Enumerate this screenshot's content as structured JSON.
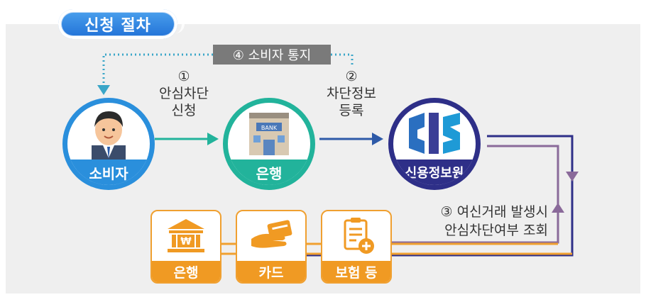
{
  "title": "신청 절차",
  "nodes": {
    "consumer": "소비자",
    "bank": "은행",
    "cis": "신용정보원"
  },
  "steps": {
    "step1_num": "①",
    "step1_line1": "안심차단",
    "step1_line2": "신청",
    "step2_num": "②",
    "step2_line1": "차단정보",
    "step2_line2": "등록",
    "step3_line1": "③ 여신거래 발생시",
    "step3_line2": "안심차단여부 조회",
    "step4": "④ 소비자 통지"
  },
  "institutions": [
    {
      "label": "은행",
      "icon": "bank-building-icon"
    },
    {
      "label": "카드",
      "icon": "card-hand-icon"
    },
    {
      "label": "보험 등",
      "icon": "insurance-document-icon"
    }
  ],
  "colors": {
    "consumer": "#2a8fdc",
    "bank": "#22b39b",
    "cis": "#2e2f88",
    "institutions": "#f09a23",
    "return_line": "#8a6a9a"
  }
}
